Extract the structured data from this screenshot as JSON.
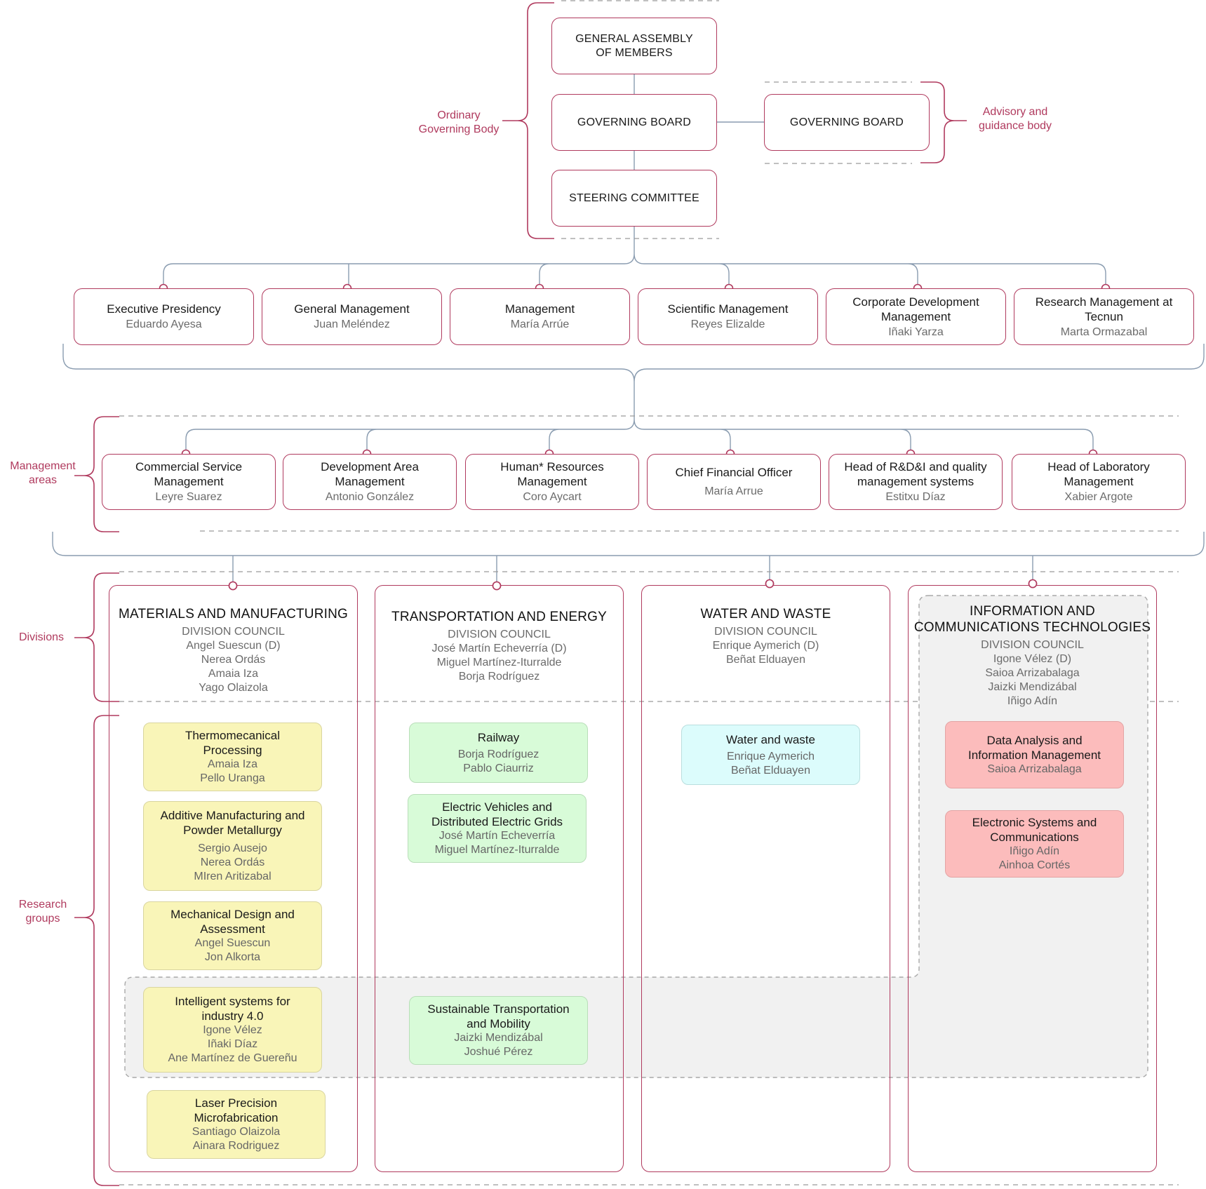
{
  "colors": {
    "accent": "#b03a5e",
    "connector": "#8a9cb0",
    "yellow": "#f9f5b8",
    "green": "#d8fbd8",
    "cyan": "#dcfcfc",
    "red": "#fcbcbc",
    "grey_zone": "#f1f1f1"
  },
  "labels": {
    "ordinary": [
      "Ordinary",
      "Governing Body"
    ],
    "advisory": [
      "Advisory and",
      "guidance body"
    ],
    "management_areas": [
      "Management",
      "areas"
    ],
    "divisions": "Divisions",
    "research_groups": [
      "Research",
      "groups"
    ]
  },
  "governance": {
    "assembly": [
      "GENERAL ASSEMBLY",
      "OF MEMBERS"
    ],
    "board": "GOVERNING BOARD",
    "advisory_board": "GOVERNING BOARD",
    "steering": "STEERING COMMITTEE"
  },
  "management": [
    {
      "title": [
        "Executive Presidency"
      ],
      "name": "Eduardo Ayesa"
    },
    {
      "title": [
        "General Management"
      ],
      "name": "Juan Meléndez"
    },
    {
      "title": [
        "Management"
      ],
      "name": "María Arrúe"
    },
    {
      "title": [
        "Scientific Management"
      ],
      "name": "Reyes Elizalde"
    },
    {
      "title": [
        "Corporate Development",
        "Management"
      ],
      "name": "Iñaki Yarza"
    },
    {
      "title": [
        "Research Management at",
        "Tecnun"
      ],
      "name": "Marta Ormazabal"
    }
  ],
  "areas": [
    {
      "title": [
        "Commercial Service",
        "Management"
      ],
      "name": "Leyre Suarez"
    },
    {
      "title": [
        "Development Area",
        "Management"
      ],
      "name": "Antonio González"
    },
    {
      "title": [
        "Human*  Resources",
        "Management"
      ],
      "name": "Coro Aycart"
    },
    {
      "title": [
        "Chief Financial Officer"
      ],
      "name": "María Arrue"
    },
    {
      "title": [
        "Head of R&D&I and quality",
        "management systems"
      ],
      "name": "Estitxu Díaz"
    },
    {
      "title": [
        "Head of Laboratory",
        "Management"
      ],
      "name": "Xabier Argote"
    }
  ],
  "divisions": [
    {
      "title": [
        "MATERIALS AND MANUFACTURING"
      ],
      "council": "DIVISION COUNCIL",
      "members": [
        "Angel Suescun (D)",
        "Nerea Ordás",
        "Amaia Iza",
        "Yago Olaizola"
      ]
    },
    {
      "title": [
        "TRANSPORTATION AND ENERGY"
      ],
      "council": "DIVISION COUNCIL",
      "members": [
        "José Martín Echeverría (D)",
        "Miguel Martínez-Iturralde",
        "Borja Rodríguez"
      ]
    },
    {
      "title": [
        "WATER AND WASTE"
      ],
      "council": "DIVISION COUNCIL",
      "members": [
        "Enrique Aymerich (D)",
        "Beñat Elduayen"
      ]
    },
    {
      "title": [
        "INFORMATION AND",
        "COMMUNICATIONS TECHNOLOGIES"
      ],
      "council": "DIVISION COUNCIL",
      "members": [
        "Igone Vélez (D)",
        "Saioa Arrizabalaga",
        "Jaizki Mendizábal",
        "Iñigo Adín"
      ]
    }
  ],
  "groups": [
    {
      "color": "yellow",
      "title": [
        "Thermomecanical",
        "Processing"
      ],
      "members": [
        "Amaia Iza",
        "Pello Uranga"
      ]
    },
    {
      "color": "yellow",
      "title": [
        "Additive Manufacturing and",
        "Powder Metallurgy"
      ],
      "members": [
        "Sergio Ausejo",
        "Nerea Ordás",
        "MIren Aritizabal"
      ]
    },
    {
      "color": "yellow",
      "title": [
        "Mechanical Design and",
        "Assessment"
      ],
      "members": [
        "Angel Suescun",
        "Jon Alkorta"
      ]
    },
    {
      "color": "yellow",
      "title": [
        "Intelligent systems for",
        "industry 4.0"
      ],
      "members": [
        "Igone Vélez",
        "Iñaki Díaz",
        "Ane Martínez de Guereñu"
      ]
    },
    {
      "color": "yellow",
      "title": [
        "Laser Precision",
        "Microfabrication"
      ],
      "members": [
        "Santiago Olaizola",
        "Ainara Rodriguez"
      ]
    },
    {
      "color": "green",
      "title": [
        "Railway"
      ],
      "members": [
        "Borja Rodríguez",
        "Pablo Ciaurriz"
      ]
    },
    {
      "color": "green",
      "title": [
        "Electric Vehicles and",
        "Distributed Electric Grids"
      ],
      "members": [
        "José Martín Echeverría",
        "Miguel Martínez-Iturralde"
      ]
    },
    {
      "color": "green",
      "title": [
        "Sustainable Transportation",
        "and Mobility"
      ],
      "members": [
        "Jaizki Mendizábal",
        "Joshué Pérez"
      ]
    },
    {
      "color": "cyan",
      "title": [
        "Water and waste"
      ],
      "members": [
        "Enrique Aymerich",
        "Beñat Elduayen"
      ]
    },
    {
      "color": "red",
      "title": [
        "Data Analysis and",
        "Information Management"
      ],
      "members": [
        "Saioa Arrizabalaga"
      ]
    },
    {
      "color": "red",
      "title": [
        "Electronic Systems and",
        "Communications"
      ],
      "members": [
        "Iñigo Adín",
        "Ainhoa Cortés"
      ]
    }
  ]
}
